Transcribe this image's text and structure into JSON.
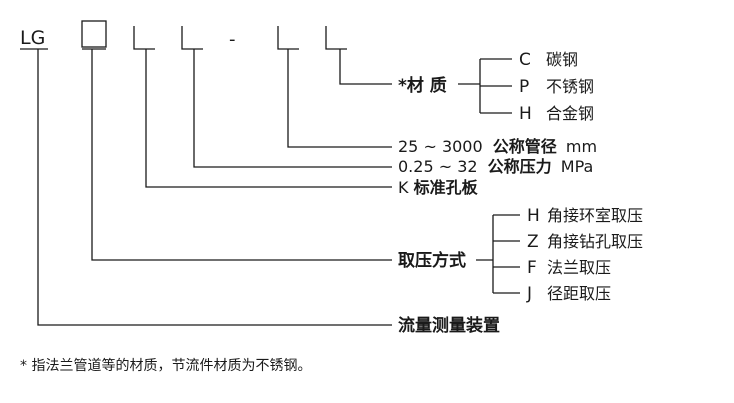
{
  "code": {
    "prefix": "LG",
    "dash": "-"
  },
  "material": {
    "label": "*材 质",
    "options": [
      {
        "code": "C",
        "text": "碳钢"
      },
      {
        "code": "P",
        "text": "不锈钢"
      },
      {
        "code": "H",
        "text": "合金钢"
      }
    ]
  },
  "nominal_diameter": {
    "range": "25 ~ 3000",
    "name": "公称管径",
    "unit": "mm"
  },
  "nominal_pressure": {
    "range": "0.25 ~ 32",
    "name": "公称压力",
    "unit": "MPa"
  },
  "orifice": {
    "code": "K",
    "name": "标准孔板"
  },
  "tapping": {
    "label": "取压方式",
    "options": [
      {
        "code": "H",
        "text": "角接环室取压"
      },
      {
        "code": "Z",
        "text": "角接钻孔取压"
      },
      {
        "code": "F",
        "text": "法兰取压"
      },
      {
        "code": "J",
        "text": "径距取压"
      }
    ]
  },
  "device": {
    "name": "流量测量装置"
  },
  "footnote": "* 指法兰管道等的材质，节流件材质为不锈钢。"
}
